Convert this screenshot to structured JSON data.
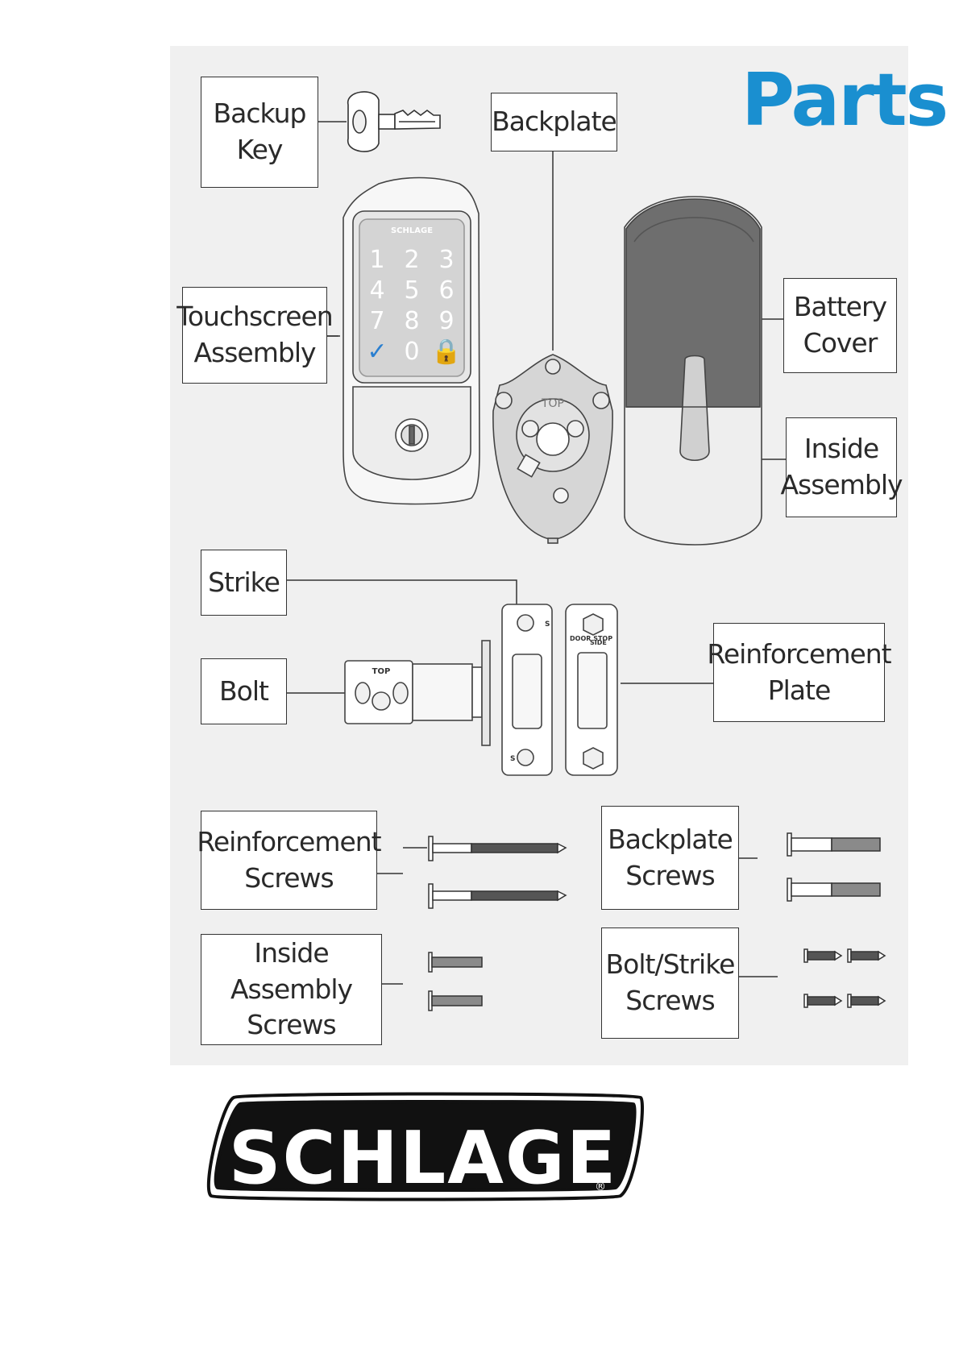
{
  "page": {
    "title": "Parts"
  },
  "labels": {
    "backup_key": "Backup\nKey",
    "backplate": "Backplate",
    "touchscreen_assembly": "Touchscreen\nAssembly",
    "battery_cover": "Battery\nCover",
    "inside_assembly": "Inside\nAssembly",
    "strike": "Strike",
    "bolt": "Bolt",
    "reinforcement_plate": "Reinforcement\nPlate",
    "reinforcement_screws": "Reinforcement\nScrews",
    "backplate_screws": "Backplate\nScrews",
    "inside_assembly_screws": "Inside Assembly\nScrews",
    "bolt_strike_screws": "Bolt/Strike\nScrews"
  },
  "keypad": {
    "brand": "SCHLAGE",
    "keys": [
      "1",
      "2",
      "3",
      "4",
      "5",
      "6",
      "7",
      "8",
      "9",
      "✓",
      "0",
      "🔒"
    ]
  },
  "backplate_marking": "TOP",
  "bolt_marking": "TOP",
  "strike_markings": [
    "S",
    "S"
  ],
  "reinforcement_markings": [
    "DOOR STOP",
    "SIDE"
  ],
  "logo": {
    "text": "SCHLAGE",
    "registered": "®"
  },
  "colors": {
    "title": "#1a8fd0",
    "panel": "#f0f0f0",
    "battery_cover": "#6e6e6e",
    "logo": "#111111"
  }
}
